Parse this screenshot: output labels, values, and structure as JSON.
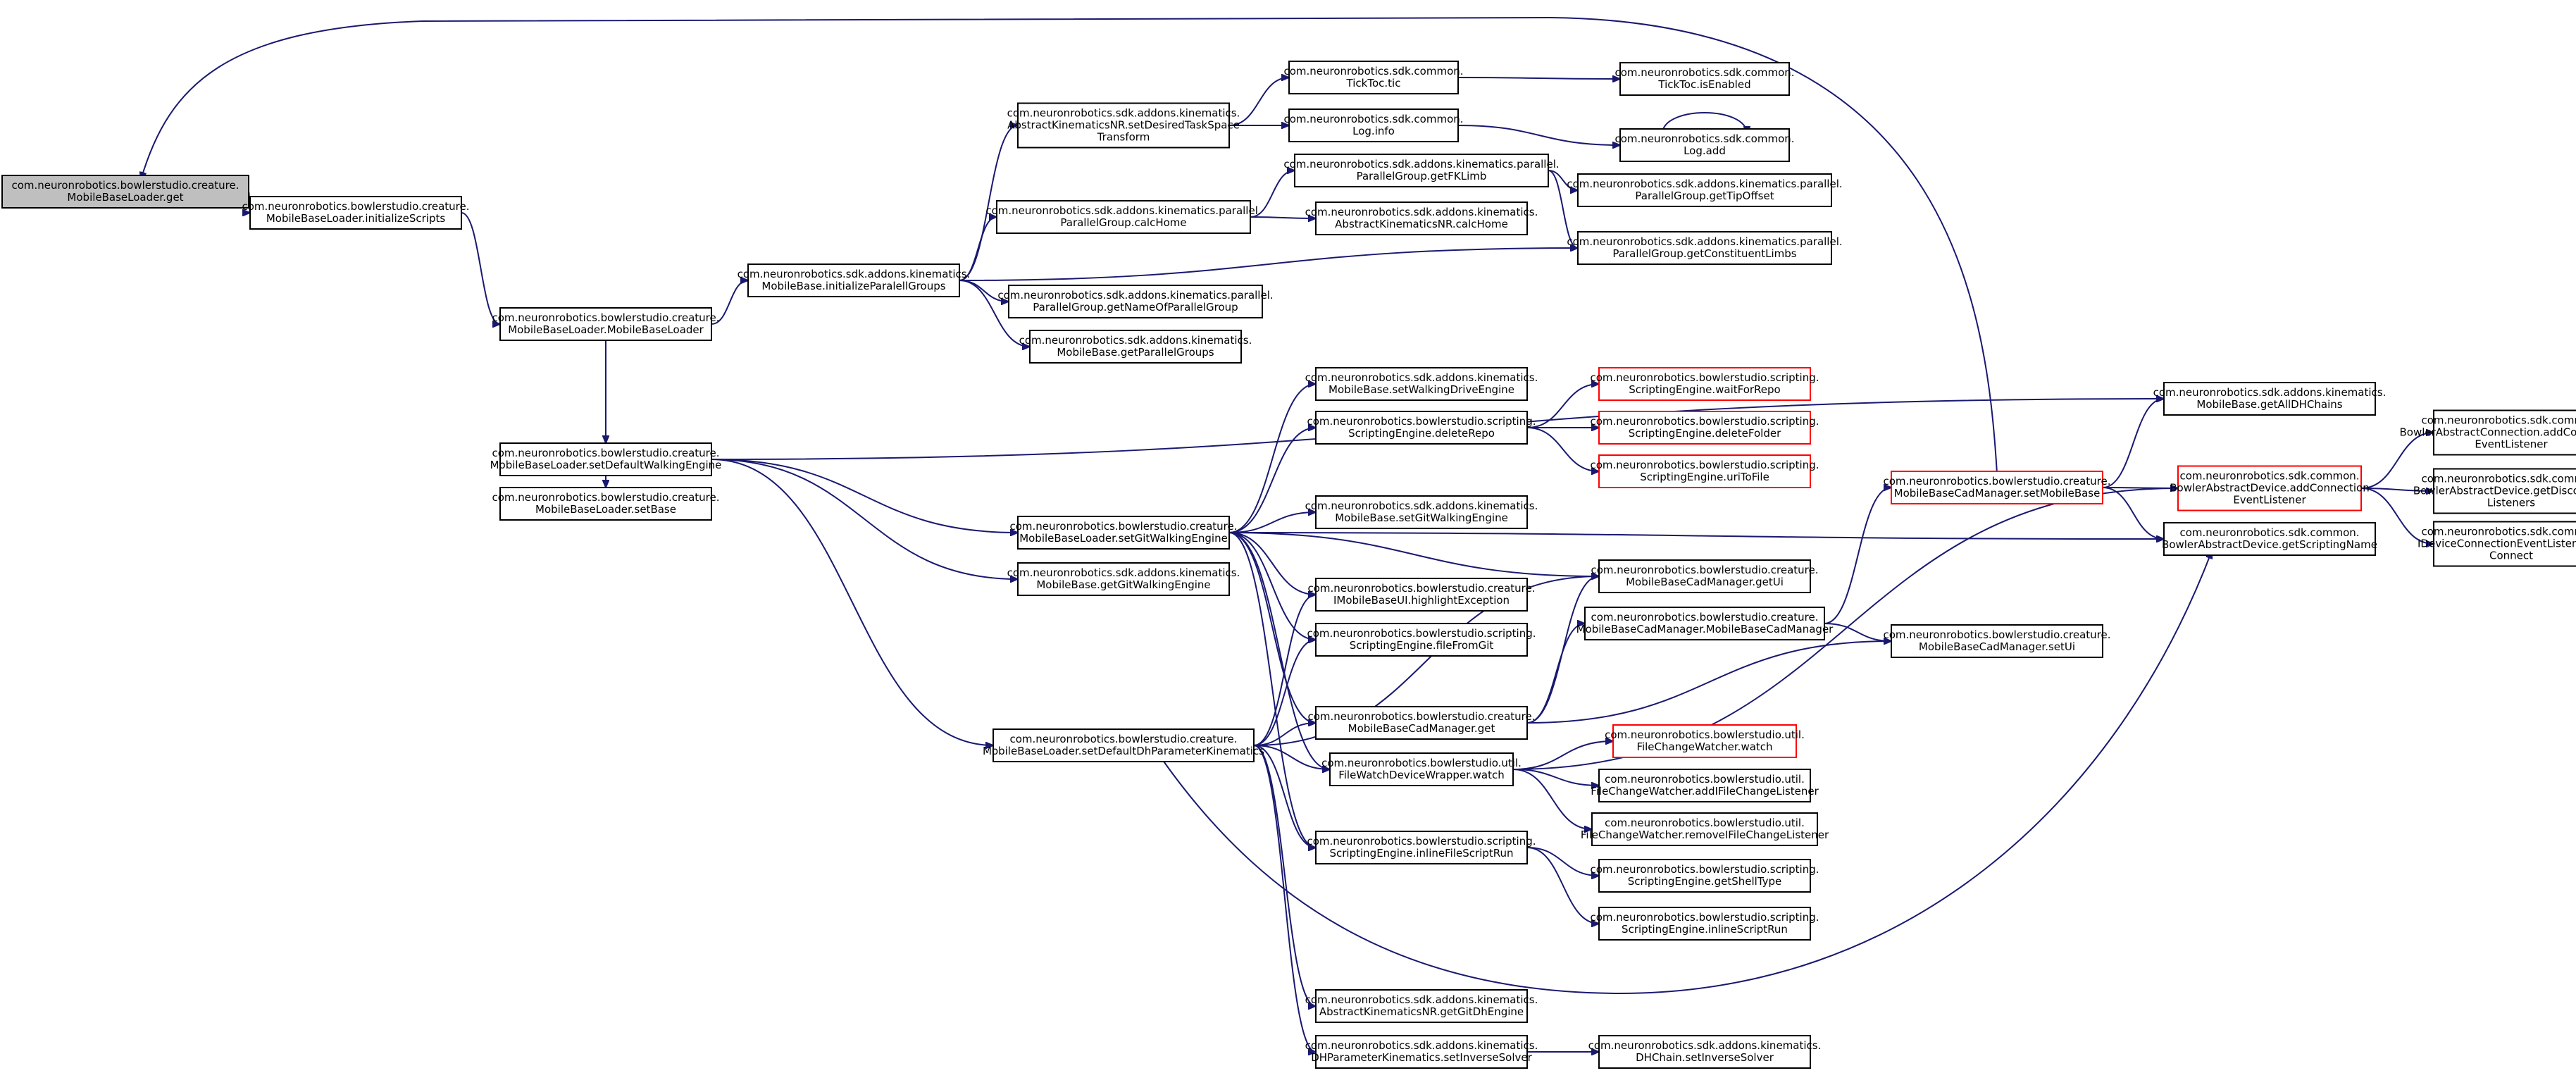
{
  "colors": {
    "edge": "#191970",
    "node_border": "#000000",
    "node_border_missing": "#ff0000",
    "root_fill": "#bfbfbf",
    "node_fill": "#ffffff"
  },
  "nodes": [
    {
      "id": "root",
      "lines": [
        "com.neuronrobotics.bowlerstudio.creature.",
        "MobileBaseLoader.get"
      ],
      "kind": "root"
    },
    {
      "id": "initializeScripts",
      "lines": [
        "com.neuronrobotics.bowlerstudio.creature.",
        "MobileBaseLoader.initializeScripts"
      ],
      "kind": "normal"
    },
    {
      "id": "ctor",
      "lines": [
        "com.neuronrobotics.bowlerstudio.creature.",
        "MobileBaseLoader.MobileBaseLoader"
      ],
      "kind": "normal"
    },
    {
      "id": "initParallel",
      "lines": [
        "com.neuronrobotics.sdk.addons.kinematics.",
        "MobileBase.initializeParalellGroups"
      ],
      "kind": "normal"
    },
    {
      "id": "setDesired",
      "lines": [
        "com.neuronrobotics.sdk.addons.kinematics.",
        "AbstractKinematicsNR.setDesiredTaskSpace",
        "Transform"
      ],
      "kind": "normal"
    },
    {
      "id": "tic",
      "lines": [
        "com.neuronrobotics.sdk.common.",
        "TickToc.tic"
      ],
      "kind": "normal"
    },
    {
      "id": "isEnabled",
      "lines": [
        "com.neuronrobotics.sdk.common.",
        "TickToc.isEnabled"
      ],
      "kind": "normal"
    },
    {
      "id": "loginfo",
      "lines": [
        "com.neuronrobotics.sdk.common.",
        "Log.info"
      ],
      "kind": "normal"
    },
    {
      "id": "logadd",
      "lines": [
        "com.neuronrobotics.sdk.common.",
        "Log.add"
      ],
      "kind": "normal"
    },
    {
      "id": "calcHome",
      "lines": [
        "com.neuronrobotics.sdk.addons.kinematics.parallel.",
        "ParallelGroup.calcHome"
      ],
      "kind": "normal"
    },
    {
      "id": "getFKLimb",
      "lines": [
        "com.neuronrobotics.sdk.addons.kinematics.parallel.",
        "ParallelGroup.getFKLimb"
      ],
      "kind": "normal"
    },
    {
      "id": "akCalcHome",
      "lines": [
        "com.neuronrobotics.sdk.addons.kinematics.",
        "AbstractKinematicsNR.calcHome"
      ],
      "kind": "normal"
    },
    {
      "id": "getTipOffset",
      "lines": [
        "com.neuronrobotics.sdk.addons.kinematics.parallel.",
        "ParallelGroup.getTipOffset"
      ],
      "kind": "normal"
    },
    {
      "id": "getConstituent",
      "lines": [
        "com.neuronrobotics.sdk.addons.kinematics.parallel.",
        "ParallelGroup.getConstituentLimbs"
      ],
      "kind": "normal"
    },
    {
      "id": "getNameOfPG",
      "lines": [
        "com.neuronrobotics.sdk.addons.kinematics.parallel.",
        "ParallelGroup.getNameOfParallelGroup"
      ],
      "kind": "normal"
    },
    {
      "id": "getParallelGroups",
      "lines": [
        "com.neuronrobotics.sdk.addons.kinematics.",
        "MobileBase.getParallelGroups"
      ],
      "kind": "normal"
    },
    {
      "id": "setDefaultWalking",
      "lines": [
        "com.neuronrobotics.bowlerstudio.creature.",
        "MobileBaseLoader.setDefaultWalkingEngine"
      ],
      "kind": "normal"
    },
    {
      "id": "setBase",
      "lines": [
        "com.neuronrobotics.bowlerstudio.creature.",
        "MobileBaseLoader.setBase"
      ],
      "kind": "normal"
    },
    {
      "id": "setGitWalking",
      "lines": [
        "com.neuronrobotics.bowlerstudio.creature.",
        "MobileBaseLoader.setGitWalkingEngine"
      ],
      "kind": "normal"
    },
    {
      "id": "mbGetGitWalking",
      "lines": [
        "com.neuronrobotics.sdk.addons.kinematics.",
        "MobileBase.getGitWalkingEngine"
      ],
      "kind": "normal"
    },
    {
      "id": "setDefaultDH",
      "lines": [
        "com.neuronrobotics.bowlerstudio.creature.",
        "MobileBaseLoader.setDefaultDhParameterKinematics"
      ],
      "kind": "normal"
    },
    {
      "id": "setWalkingDrive",
      "lines": [
        "com.neuronrobotics.sdk.addons.kinematics.",
        "MobileBase.setWalkingDriveEngine"
      ],
      "kind": "normal"
    },
    {
      "id": "deleteRepo",
      "lines": [
        "com.neuronrobotics.bowlerstudio.scripting.",
        "ScriptingEngine.deleteRepo"
      ],
      "kind": "normal"
    },
    {
      "id": "waitForRepo",
      "lines": [
        "com.neuronrobotics.bowlerstudio.scripting.",
        "ScriptingEngine.waitForRepo"
      ],
      "kind": "missing"
    },
    {
      "id": "deleteFolder",
      "lines": [
        "com.neuronrobotics.bowlerstudio.scripting.",
        "ScriptingEngine.deleteFolder"
      ],
      "kind": "missing"
    },
    {
      "id": "uriToFile",
      "lines": [
        "com.neuronrobotics.bowlerstudio.scripting.",
        "ScriptingEngine.uriToFile"
      ],
      "kind": "missing"
    },
    {
      "id": "mbSetGitWalking",
      "lines": [
        "com.neuronrobotics.sdk.addons.kinematics.",
        "MobileBase.setGitWalkingEngine"
      ],
      "kind": "normal"
    },
    {
      "id": "cadGetUi",
      "lines": [
        "com.neuronrobotics.bowlerstudio.creature.",
        "MobileBaseCadManager.getUi"
      ],
      "kind": "normal"
    },
    {
      "id": "highlight",
      "lines": [
        "com.neuronrobotics.bowlerstudio.creature.",
        "IMobileBaseUI.highlightException"
      ],
      "kind": "normal"
    },
    {
      "id": "fileFromGit",
      "lines": [
        "com.neuronrobotics.bowlerstudio.scripting.",
        "ScriptingEngine.fileFromGit"
      ],
      "kind": "normal"
    },
    {
      "id": "cadCtor",
      "lines": [
        "com.neuronrobotics.bowlerstudio.creature.",
        "MobileBaseCadManager.MobileBaseCadManager"
      ],
      "kind": "normal"
    },
    {
      "id": "cadGet",
      "lines": [
        "com.neuronrobotics.bowlerstudio.creature.",
        "MobileBaseCadManager.get"
      ],
      "kind": "normal"
    },
    {
      "id": "fwWatch",
      "lines": [
        "com.neuronrobotics.bowlerstudio.util.",
        "FileWatchDeviceWrapper.watch"
      ],
      "kind": "normal"
    },
    {
      "id": "inlineFileScriptRun",
      "lines": [
        "com.neuronrobotics.bowlerstudio.scripting.",
        "ScriptingEngine.inlineFileScriptRun"
      ],
      "kind": "normal"
    },
    {
      "id": "getGitDhEngine",
      "lines": [
        "com.neuronrobotics.sdk.addons.kinematics.",
        "AbstractKinematicsNR.getGitDhEngine"
      ],
      "kind": "normal"
    },
    {
      "id": "dhSetInverse",
      "lines": [
        "com.neuronrobotics.sdk.addons.kinematics.",
        "DHParameterKinematics.setInverseSolver"
      ],
      "kind": "normal"
    },
    {
      "id": "chainSetInverse",
      "lines": [
        "com.neuronrobotics.sdk.addons.kinematics.",
        "DHChain.setInverseSolver"
      ],
      "kind": "normal"
    },
    {
      "id": "fcwWatch",
      "lines": [
        "com.neuronrobotics.bowlerstudio.util.",
        "FileChangeWatcher.watch"
      ],
      "kind": "missing"
    },
    {
      "id": "addFileChange",
      "lines": [
        "com.neuronrobotics.bowlerstudio.util.",
        "FileChangeWatcher.addIFileChangeListener"
      ],
      "kind": "normal"
    },
    {
      "id": "removeFileChange",
      "lines": [
        "com.neuronrobotics.bowlerstudio.util.",
        "FileChangeWatcher.removeIFileChangeListener"
      ],
      "kind": "normal"
    },
    {
      "id": "getShellType",
      "lines": [
        "com.neuronrobotics.bowlerstudio.scripting.",
        "ScriptingEngine.getShellType"
      ],
      "kind": "normal"
    },
    {
      "id": "inlineScriptRun",
      "lines": [
        "com.neuronrobotics.bowlerstudio.scripting.",
        "ScriptingEngine.inlineScriptRun"
      ],
      "kind": "normal"
    },
    {
      "id": "cadSetMobileBase",
      "lines": [
        "com.neuronrobotics.bowlerstudio.creature.",
        "MobileBaseCadManager.setMobileBase"
      ],
      "kind": "missing"
    },
    {
      "id": "cadSetUi",
      "lines": [
        "com.neuronrobotics.bowlerstudio.creature.",
        "MobileBaseCadManager.setUi"
      ],
      "kind": "normal"
    },
    {
      "id": "getAllDH",
      "lines": [
        "com.neuronrobotics.sdk.addons.kinematics.",
        "MobileBase.getAllDHChains"
      ],
      "kind": "normal"
    },
    {
      "id": "addConnListener",
      "lines": [
        "com.neuronrobotics.sdk.common.",
        "BowlerAbstractDevice.addConnection",
        "EventListener"
      ],
      "kind": "missing"
    },
    {
      "id": "getScriptingName",
      "lines": [
        "com.neuronrobotics.sdk.common.",
        "BowlerAbstractDevice.getScriptingName"
      ],
      "kind": "normal"
    },
    {
      "id": "connAddListener",
      "lines": [
        "com.neuronrobotics.sdk.common.",
        "BowlerAbstractConnection.addConnection",
        "EventListener"
      ],
      "kind": "normal"
    },
    {
      "id": "getDisconnect",
      "lines": [
        "com.neuronrobotics.sdk.common.",
        "BowlerAbstractDevice.getDisconnect",
        "Listeners"
      ],
      "kind": "normal"
    },
    {
      "id": "onConnect",
      "lines": [
        "com.neuronrobotics.sdk.common.",
        "IDeviceConnectionEventListener.on",
        "Connect"
      ],
      "kind": "normal"
    }
  ],
  "edges": [
    [
      "root",
      "initializeScripts"
    ],
    [
      "initializeScripts",
      "ctor"
    ],
    [
      "ctor",
      "initParallel"
    ],
    [
      "ctor",
      "setDefaultWalking"
    ],
    [
      "ctor",
      "setBase"
    ],
    [
      "initParallel",
      "setDesired"
    ],
    [
      "initParallel",
      "calcHome"
    ],
    [
      "initParallel",
      "getConstituent"
    ],
    [
      "initParallel",
      "getNameOfPG"
    ],
    [
      "initParallel",
      "getParallelGroups"
    ],
    [
      "setDesired",
      "tic"
    ],
    [
      "setDesired",
      "loginfo"
    ],
    [
      "tic",
      "isEnabled"
    ],
    [
      "loginfo",
      "logadd"
    ],
    [
      "logadd",
      "logadd"
    ],
    [
      "calcHome",
      "getFKLimb"
    ],
    [
      "calcHome",
      "akCalcHome"
    ],
    [
      "getFKLimb",
      "getTipOffset"
    ],
    [
      "getFKLimb",
      "getConstituent"
    ],
    [
      "setDefaultWalking",
      "getAllDH"
    ],
    [
      "setDefaultWalking",
      "setGitWalking"
    ],
    [
      "setDefaultWalking",
      "mbGetGitWalking"
    ],
    [
      "setDefaultWalking",
      "setDefaultDH"
    ],
    [
      "setGitWalking",
      "setWalkingDrive"
    ],
    [
      "setGitWalking",
      "deleteRepo"
    ],
    [
      "setGitWalking",
      "mbSetGitWalking"
    ],
    [
      "setGitWalking",
      "cadGetUi"
    ],
    [
      "setGitWalking",
      "getScriptingName"
    ],
    [
      "setGitWalking",
      "highlight"
    ],
    [
      "setGitWalking",
      "fileFromGit"
    ],
    [
      "setGitWalking",
      "cadGet"
    ],
    [
      "setGitWalking",
      "fwWatch"
    ],
    [
      "setGitWalking",
      "inlineFileScriptRun"
    ],
    [
      "deleteRepo",
      "waitForRepo"
    ],
    [
      "deleteRepo",
      "deleteFolder"
    ],
    [
      "deleteRepo",
      "uriToFile"
    ],
    [
      "setDefaultDH",
      "highlight"
    ],
    [
      "setDefaultDH",
      "fileFromGit"
    ],
    [
      "setDefaultDH",
      "cadGetUi"
    ],
    [
      "setDefaultDH",
      "cadGet"
    ],
    [
      "setDefaultDH",
      "fwWatch"
    ],
    [
      "setDefaultDH",
      "inlineFileScriptRun"
    ],
    [
      "setDefaultDH",
      "getGitDhEngine"
    ],
    [
      "setDefaultDH",
      "dhSetInverse"
    ],
    [
      "setDefaultDH",
      "getScriptingName"
    ],
    [
      "cadGet",
      "cadCtor"
    ],
    [
      "cadGet",
      "cadGetUi"
    ],
    [
      "cadGet",
      "cadSetUi"
    ],
    [
      "cadCtor",
      "cadSetMobileBase"
    ],
    [
      "cadCtor",
      "cadSetUi"
    ],
    [
      "cadSetMobileBase",
      "root"
    ],
    [
      "cadSetMobileBase",
      "getAllDH"
    ],
    [
      "cadSetMobileBase",
      "addConnListener"
    ],
    [
      "cadSetMobileBase",
      "getScriptingName"
    ],
    [
      "fwWatch",
      "fcwWatch"
    ],
    [
      "fwWatch",
      "addFileChange"
    ],
    [
      "fwWatch",
      "removeFileChange"
    ],
    [
      "fwWatch",
      "addConnListener"
    ],
    [
      "inlineFileScriptRun",
      "getShellType"
    ],
    [
      "inlineFileScriptRun",
      "inlineScriptRun"
    ],
    [
      "dhSetInverse",
      "chainSetInverse"
    ],
    [
      "addConnListener",
      "connAddListener"
    ],
    [
      "addConnListener",
      "getDisconnect"
    ],
    [
      "addConnListener",
      "onConnect"
    ]
  ]
}
